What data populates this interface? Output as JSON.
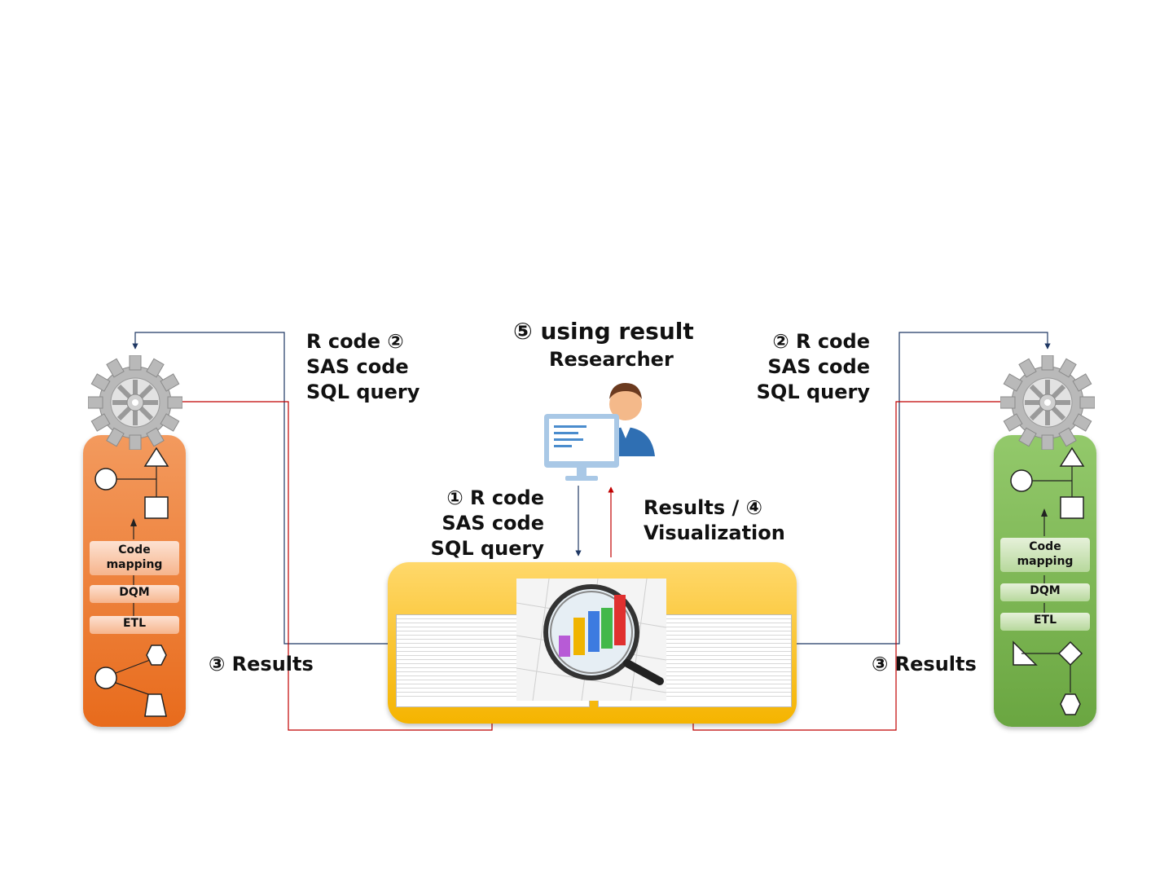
{
  "labels": {
    "top_left": [
      "R code  ②",
      "SAS code",
      "SQL query"
    ],
    "top_right": [
      "②  R code",
      "SAS code",
      "SQL query"
    ],
    "center_title": "⑤ using result",
    "researcher": "Researcher",
    "to_db": [
      "①  R code",
      "SAS code",
      "SQL query"
    ],
    "from_db": [
      "Results /  ④",
      "Visualization"
    ],
    "results_left": "③ Results",
    "results_right": "③ Results"
  },
  "left_site": {
    "steps": [
      "Code\nmapping",
      "DQM",
      "ETL"
    ]
  },
  "right_site": {
    "steps": [
      "Code\nmapping",
      "DQM",
      "ETL"
    ]
  },
  "colors": {
    "left_panel": "#e86b1c",
    "right_panel": "#6aa641",
    "center_db": "#f5b400",
    "query_line": "#1f3864",
    "result_line": "#c00000"
  },
  "icons": [
    "gear-icon",
    "gear-icon",
    "researcher-monitor-icon",
    "magnifier-chart-icon"
  ]
}
